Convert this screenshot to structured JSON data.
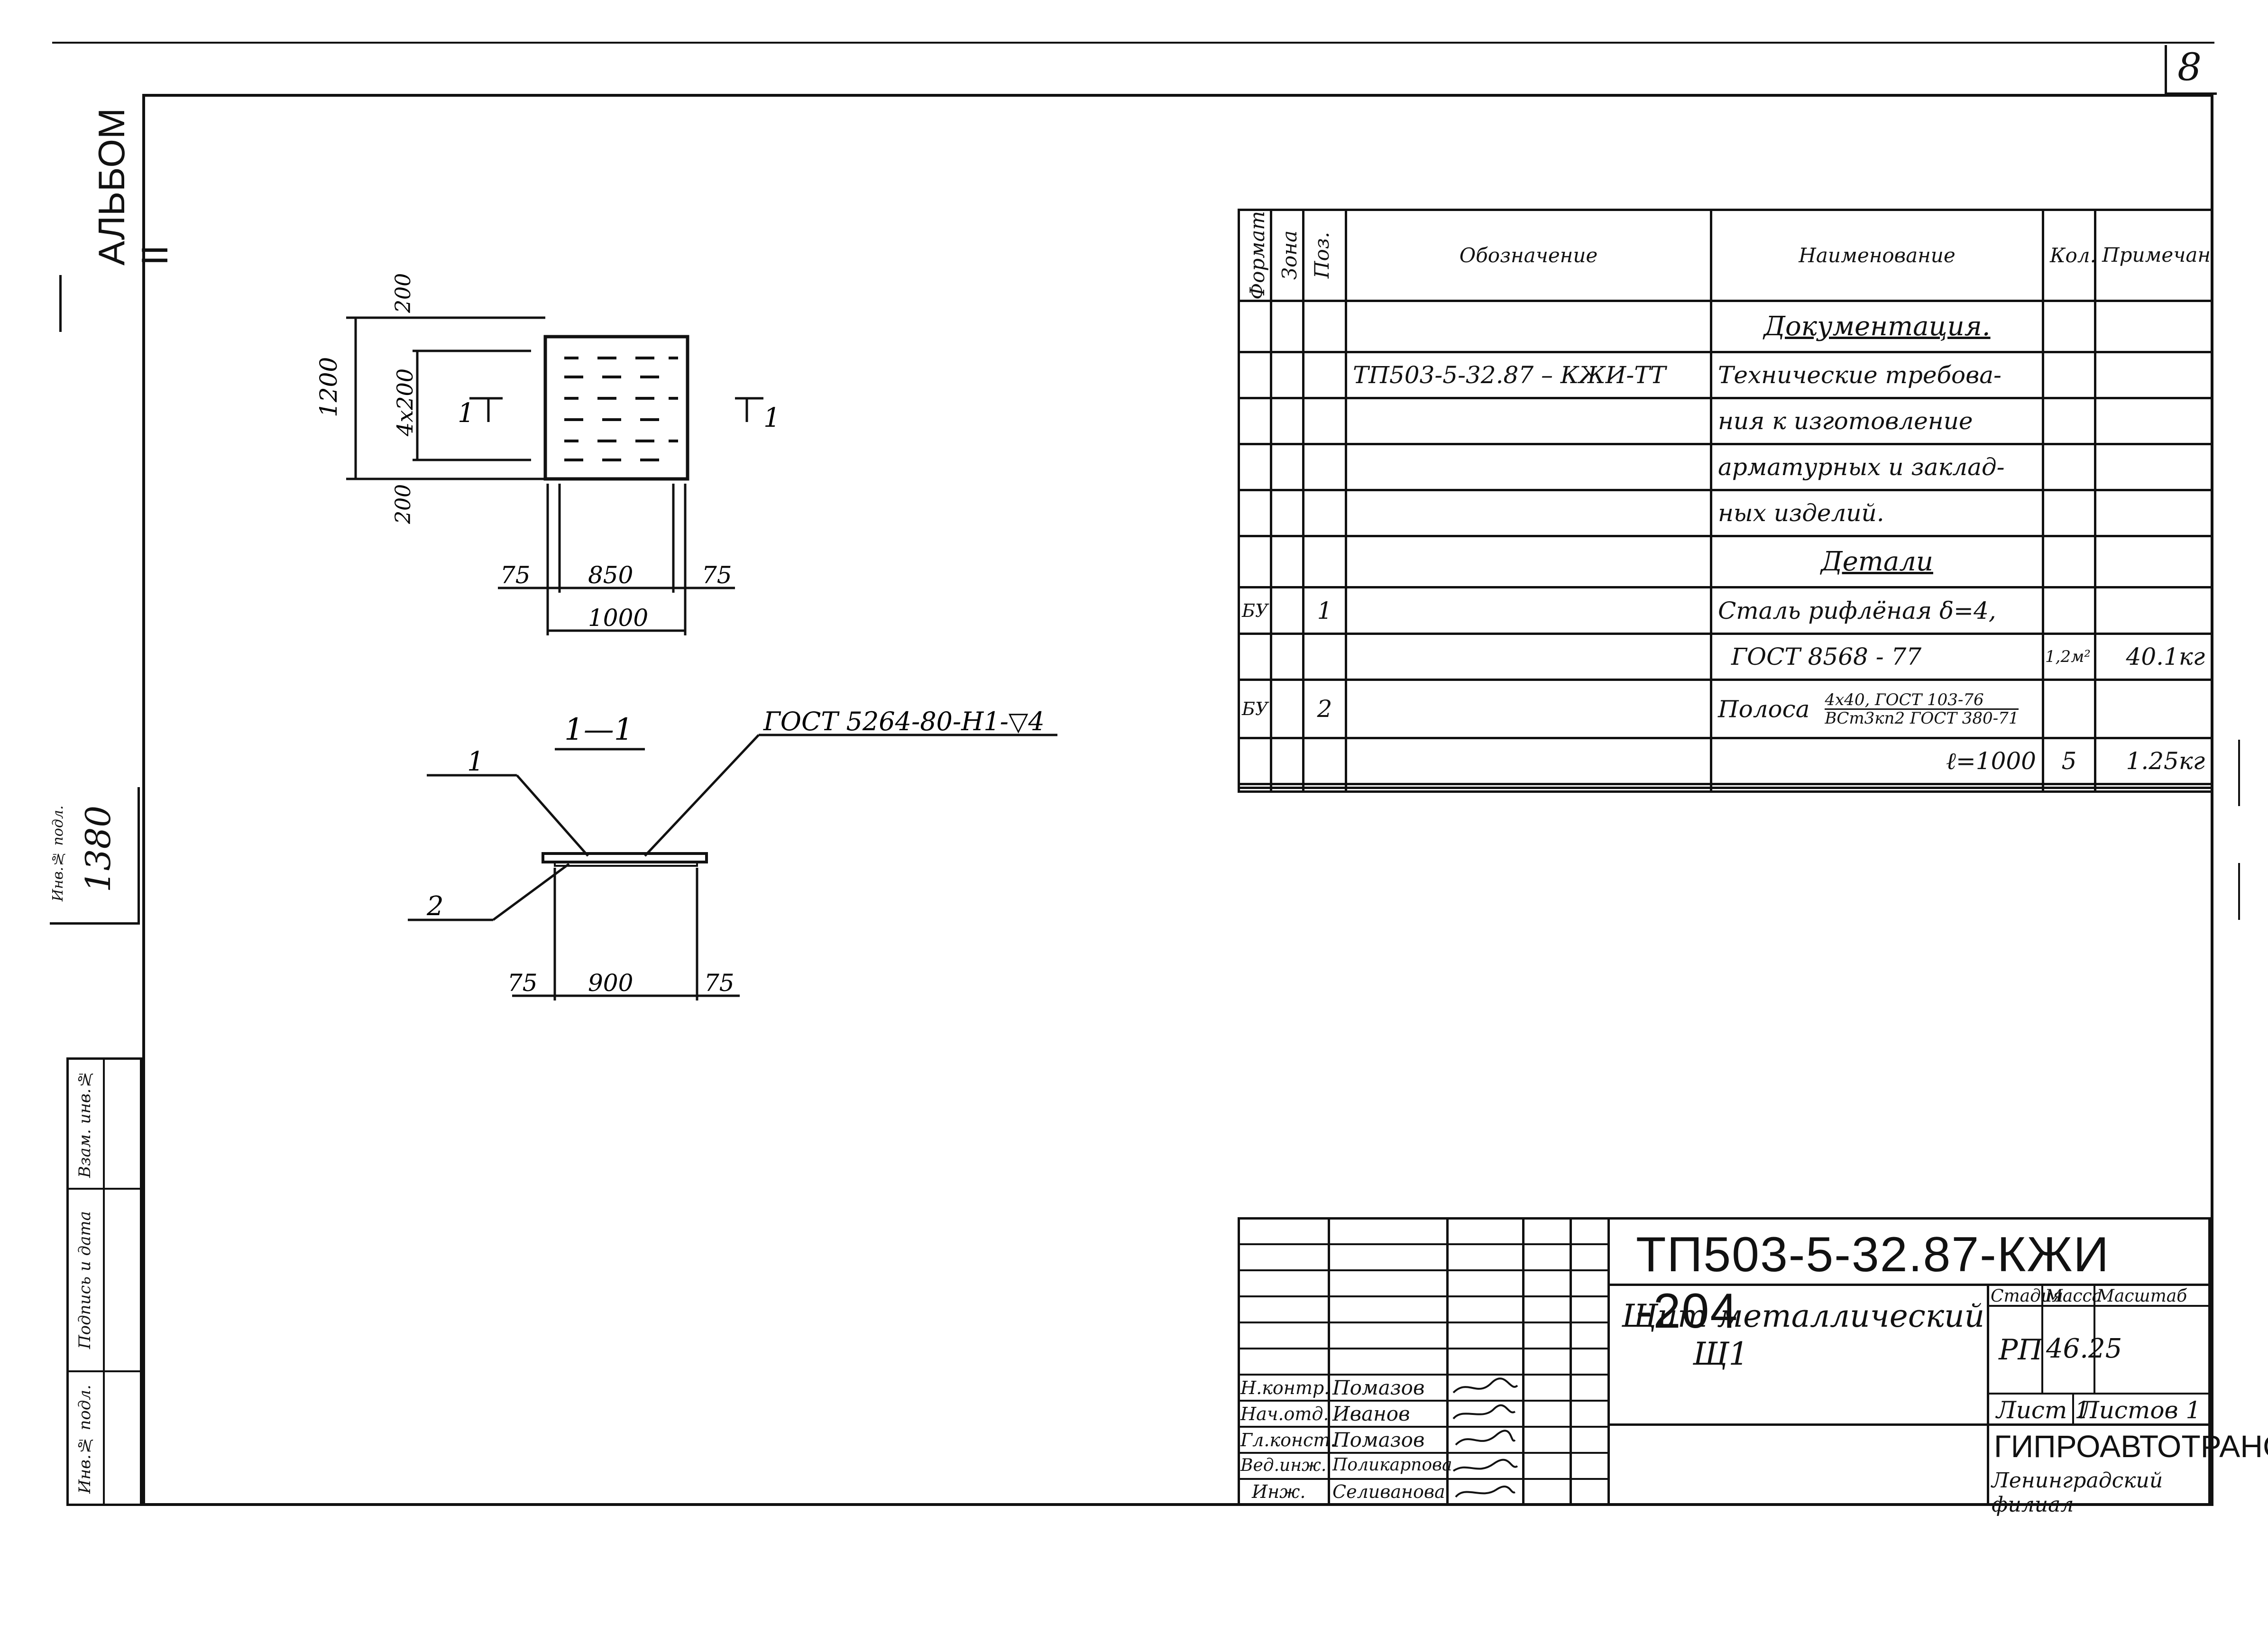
{
  "sheet_number": "8",
  "album_label": "АЛЬБОМ II",
  "margin": {
    "inventory_label": "Инв.№ подл.",
    "inventory_value": "1380",
    "sign_date_label": "Подпись и дата",
    "replace_label": "Взам. инв.№",
    "inventory_label_bottom": "Инв.№ подл."
  },
  "drawing": {
    "plan": {
      "dim_height_total": "1200",
      "dim_height_top": "200",
      "dim_height_mid": "4x200",
      "dim_height_bottom": "200",
      "dim_width_left": "75",
      "dim_width_mid": "850",
      "dim_width_right": "75",
      "dim_width_total": "1000",
      "section_left": "1",
      "section_right": "1"
    },
    "section": {
      "title": "1—1",
      "weld_note": "ГОСТ 5264-80-Н1-▽4",
      "pos_1": "1",
      "pos_2": "2",
      "dim_left": "75",
      "dim_mid": "900",
      "dim_right": "75"
    }
  },
  "spec_table": {
    "headers": {
      "format": "Формат",
      "zone": "Зона",
      "pos": "Поз.",
      "designation": "Обозначение",
      "name": "Наименование",
      "qty": "Кол.",
      "note": "Примечание."
    },
    "rows": [
      {
        "format": "",
        "pos": "",
        "designation": "",
        "name": "Документация.",
        "qty": "",
        "note": "",
        "section": true
      },
      {
        "format": "",
        "pos": "",
        "designation": "ТП503-5-32.87 – КЖИ-ТТ",
        "name": "Технические требова-",
        "qty": "",
        "note": ""
      },
      {
        "format": "",
        "pos": "",
        "designation": "",
        "name": "ния к изготовление",
        "qty": "",
        "note": ""
      },
      {
        "format": "",
        "pos": "",
        "designation": "",
        "name": "арматурных и заклад-",
        "qty": "",
        "note": ""
      },
      {
        "format": "",
        "pos": "",
        "designation": "",
        "name": "ных изделий.",
        "qty": "",
        "note": ""
      },
      {
        "format": "",
        "pos": "",
        "designation": "",
        "name": "Детали",
        "qty": "",
        "note": "",
        "section": true
      },
      {
        "format": "БУ",
        "pos": "1",
        "designation": "",
        "name": "Сталь рифлёная δ=4,",
        "qty": "",
        "note": ""
      },
      {
        "format": "",
        "pos": "",
        "designation": "",
        "name": "ГОСТ 8568 - 77",
        "qty": "1,2м²",
        "note": "40.1кг"
      },
      {
        "format": "БУ",
        "pos": "2",
        "designation": "",
        "name": "Полоса",
        "name_sub1": "4х40, ГОСТ 103-76",
        "name_sub2": "ВСт3кп2 ГОСТ 380-71",
        "qty": "",
        "note": ""
      },
      {
        "format": "",
        "pos": "",
        "designation": "",
        "name": "ℓ=1000",
        "qty": "5",
        "note": "1.25кг"
      },
      {
        "format": "",
        "pos": "",
        "designation": "",
        "name": "",
        "qty": "",
        "note": ""
      },
      {
        "format": "",
        "pos": "",
        "designation": "",
        "name": "",
        "qty": "",
        "note": ""
      }
    ]
  },
  "title_block": {
    "code": "ТП503-5-32.87-КЖИ -204",
    "title_line1": "Щит металлический",
    "title_line2": "Щ1",
    "stage_label": "Стадия",
    "mass_label": "Масса",
    "scale_label": "Масштаб",
    "stage": "РП",
    "mass": "46.25",
    "scale": "",
    "sheet": "Лист 1",
    "sheets": "Листов 1",
    "org": "ГИПРОАВТОТРАНС",
    "org_sub": "Ленинградский филиал",
    "people": [
      {
        "role": "Н.контр.",
        "name": "Помазов"
      },
      {
        "role": "Нач.отд.",
        "name": "Иванов"
      },
      {
        "role": "Гл.конст.",
        "name": "Помазов"
      },
      {
        "role": "Вед.инж.",
        "name": "Поликарпова"
      },
      {
        "role": "Инж.",
        "name": "Селиванова"
      }
    ]
  }
}
